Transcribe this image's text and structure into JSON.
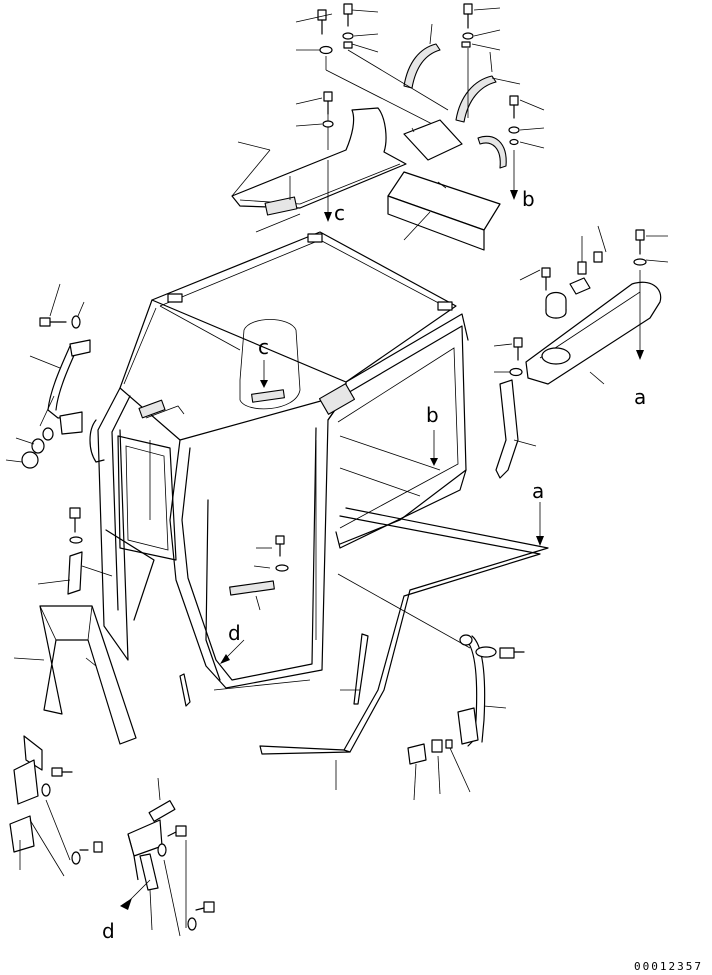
{
  "labels": {
    "a_top": "a",
    "a_mid": "a",
    "b_top": "b",
    "b_mid": "b",
    "c_top": "c",
    "c_mid": "c",
    "d_mid": "d",
    "d_bottom": "d"
  },
  "document_number": "00012357"
}
